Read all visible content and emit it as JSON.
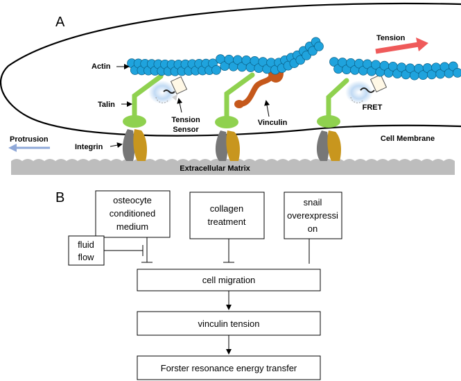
{
  "panel_a": {
    "label": "A",
    "labels": {
      "actin": "Actin",
      "talin": "Talin",
      "integrin": "Integrin",
      "tension_sensor_line1": "Tension",
      "tension_sensor_line2": "Sensor",
      "vinculin": "Vinculin",
      "fret": "FRET",
      "cell_membrane": "Cell Membrane",
      "extracellular_matrix": "Extracellular Matrix",
      "protrusion": "Protrusion",
      "tension": "Tension"
    },
    "colors": {
      "actin": "#1fa3dd",
      "talin": "#8fd14f",
      "integrin_alpha": "#777777",
      "integrin_beta": "#c8961e",
      "vinculin": "#c5581b",
      "ecm": "#bdbdbd",
      "protrusion_arrow": "#8fa8d8",
      "tension_arrow": "#ef5a5a",
      "sensor_glow": "#b7d4f2"
    }
  },
  "panel_b": {
    "label": "B",
    "boxes": {
      "osteocyte": [
        "osteocyte",
        "conditioned",
        "medium"
      ],
      "fluid_flow": [
        "fluid",
        "flow"
      ],
      "collagen": [
        "collagen",
        "treatment"
      ],
      "snail": [
        "snail",
        "overexpressi",
        "on"
      ],
      "cell_migration": "cell migration",
      "vinculin_tension": "vinculin tension",
      "fret": "Forster resonance energy transfer"
    }
  }
}
